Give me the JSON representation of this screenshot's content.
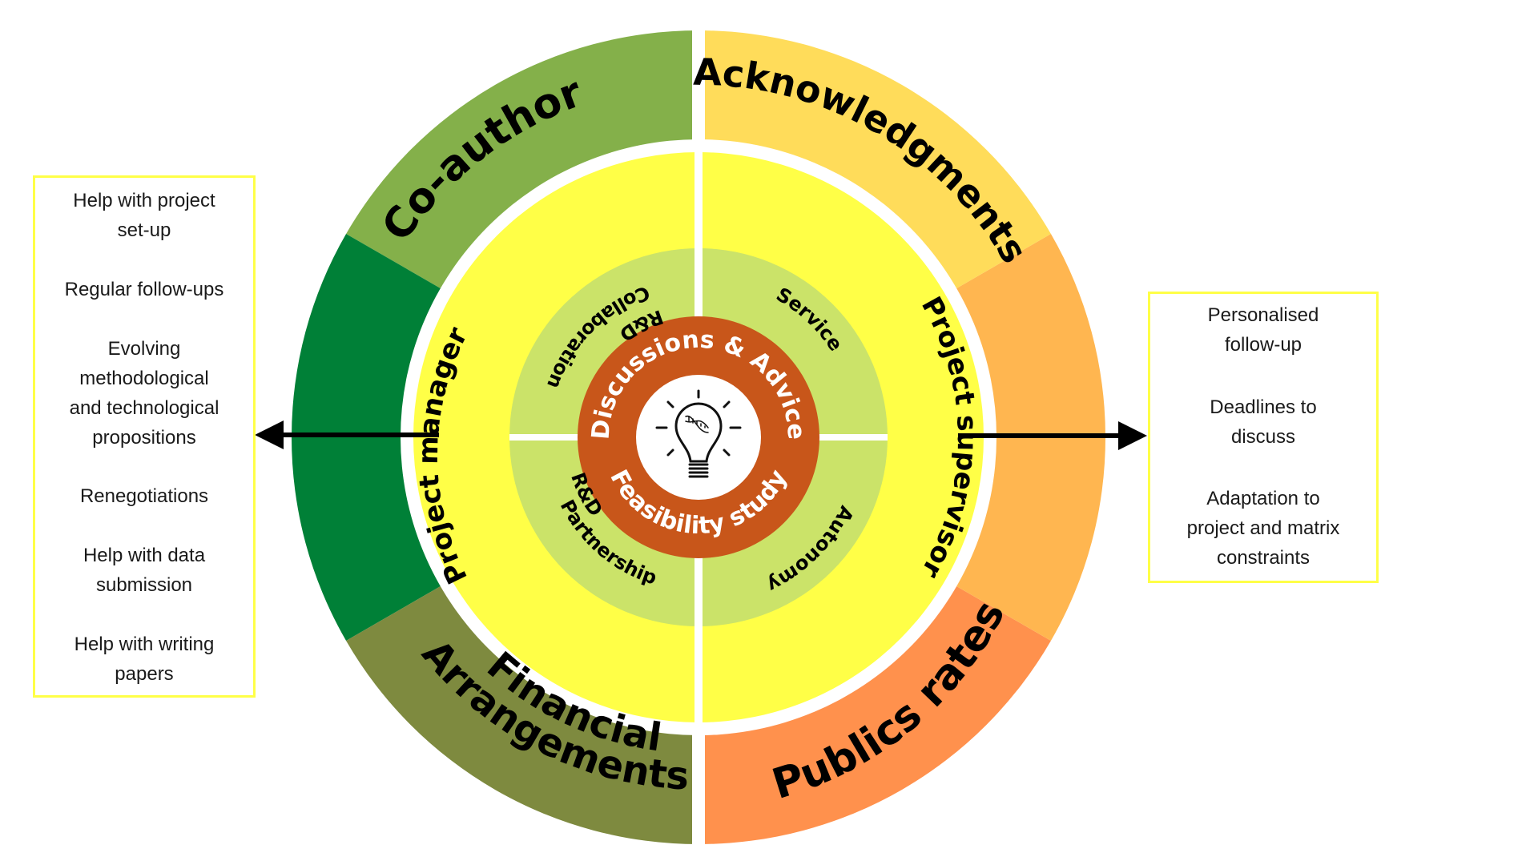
{
  "title": "Service engagement wheel",
  "outer_ring": [
    {
      "label": "Co-author",
      "color": "#84b04a"
    },
    {
      "label": "",
      "color": "#008037"
    },
    {
      "label": "Financial Arrangements",
      "lines": [
        "Financial",
        "Arrangements"
      ],
      "color": "#7e8a3f"
    },
    {
      "label": "Publics rates",
      "color": "#ff914d"
    },
    {
      "label": "",
      "color": "#ffb650"
    },
    {
      "label": "Acknowledgments",
      "color": "#ffdc5a"
    }
  ],
  "middle_ring": {
    "color": "#ffff47",
    "left_label": "Project manager",
    "right_label": "Project supervisor"
  },
  "inner_ring": {
    "color": "#cbe369",
    "quadrants": [
      {
        "label": "Collaboration R&D",
        "lines": [
          "Collaboration",
          "R&D"
        ]
      },
      {
        "label": "Service",
        "lines": [
          "Service"
        ]
      },
      {
        "label": "Autonomy",
        "lines": [
          "Autonomy"
        ]
      },
      {
        "label": "Partnership R&D",
        "lines": [
          "Partnership",
          "R&D"
        ]
      }
    ]
  },
  "core": {
    "color": "#c8561a",
    "top_label": "Discussions & Advice",
    "bottom_label": "Feasibility study",
    "icon": "lightbulb-dna-icon"
  },
  "left_box": {
    "items": [
      "Help with project\nset-up",
      "Regular follow-ups",
      "Evolving\nmethodological\nand technological\npropositions",
      "Renegotiations",
      "Help with data\nsubmission",
      "Help with writing\npapers"
    ]
  },
  "right_box": {
    "items": [
      "Personalised\nfollow-up",
      "Deadlines to\ndiscuss",
      "Adaptation to\nproject and matrix\nconstraints"
    ]
  }
}
